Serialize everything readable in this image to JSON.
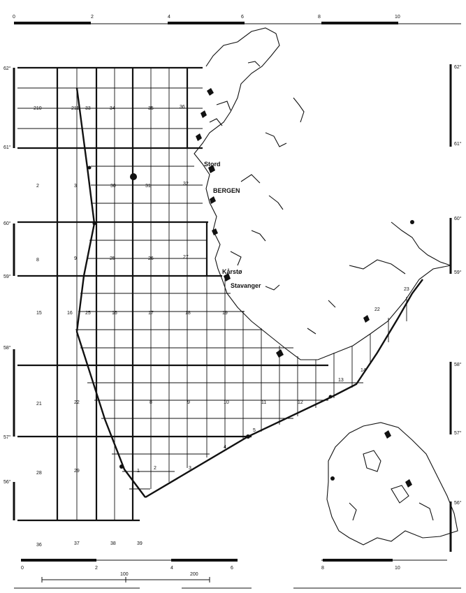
{
  "latitude_labels": [
    "62°",
    "61°",
    "60°",
    "59°",
    "58°",
    "57°",
    "56°"
  ],
  "scale_top": [
    "0",
    "2",
    "4",
    "6",
    "8",
    "10"
  ],
  "scale_bottom": [
    "0",
    "2",
    "4",
    "6",
    "8",
    "10"
  ],
  "distance_scale": [
    "100",
    "200"
  ],
  "places": {
    "stord": "Stord",
    "bergen": "BERGEN",
    "karsto": "Kårstø",
    "stavanger": "Stavanger"
  },
  "block_numbers": [
    "210",
    "211",
    "33",
    "34",
    "35",
    "36",
    "2",
    "3",
    "30",
    "31",
    "32",
    "8",
    "9",
    "25",
    "26",
    "27",
    "15",
    "16",
    "25",
    "16",
    "17",
    "18",
    "19",
    "21",
    "22",
    "8",
    "9",
    "10",
    "11",
    "12",
    "13",
    "28",
    "29",
    "3",
    "1",
    "2",
    "4",
    "5",
    "14",
    "22",
    "23",
    "36",
    "37",
    "38",
    "39"
  ],
  "colors": {
    "ink": "#111111",
    "paper": "#ffffff"
  }
}
